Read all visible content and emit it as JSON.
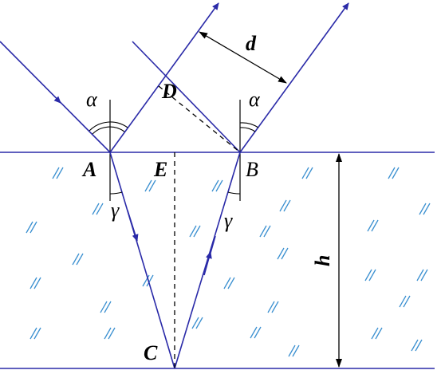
{
  "labels": {
    "A": "A",
    "B": "B",
    "C": "C",
    "D": "D",
    "E": "E",
    "d": "d",
    "h": "h",
    "alpha_left": "α",
    "alpha_right": "α",
    "gamma_left": "γ",
    "gamma_right": "γ"
  },
  "colors": {
    "ray": "#2a2aa8",
    "medium_hatch": "#3a8fd0"
  }
}
